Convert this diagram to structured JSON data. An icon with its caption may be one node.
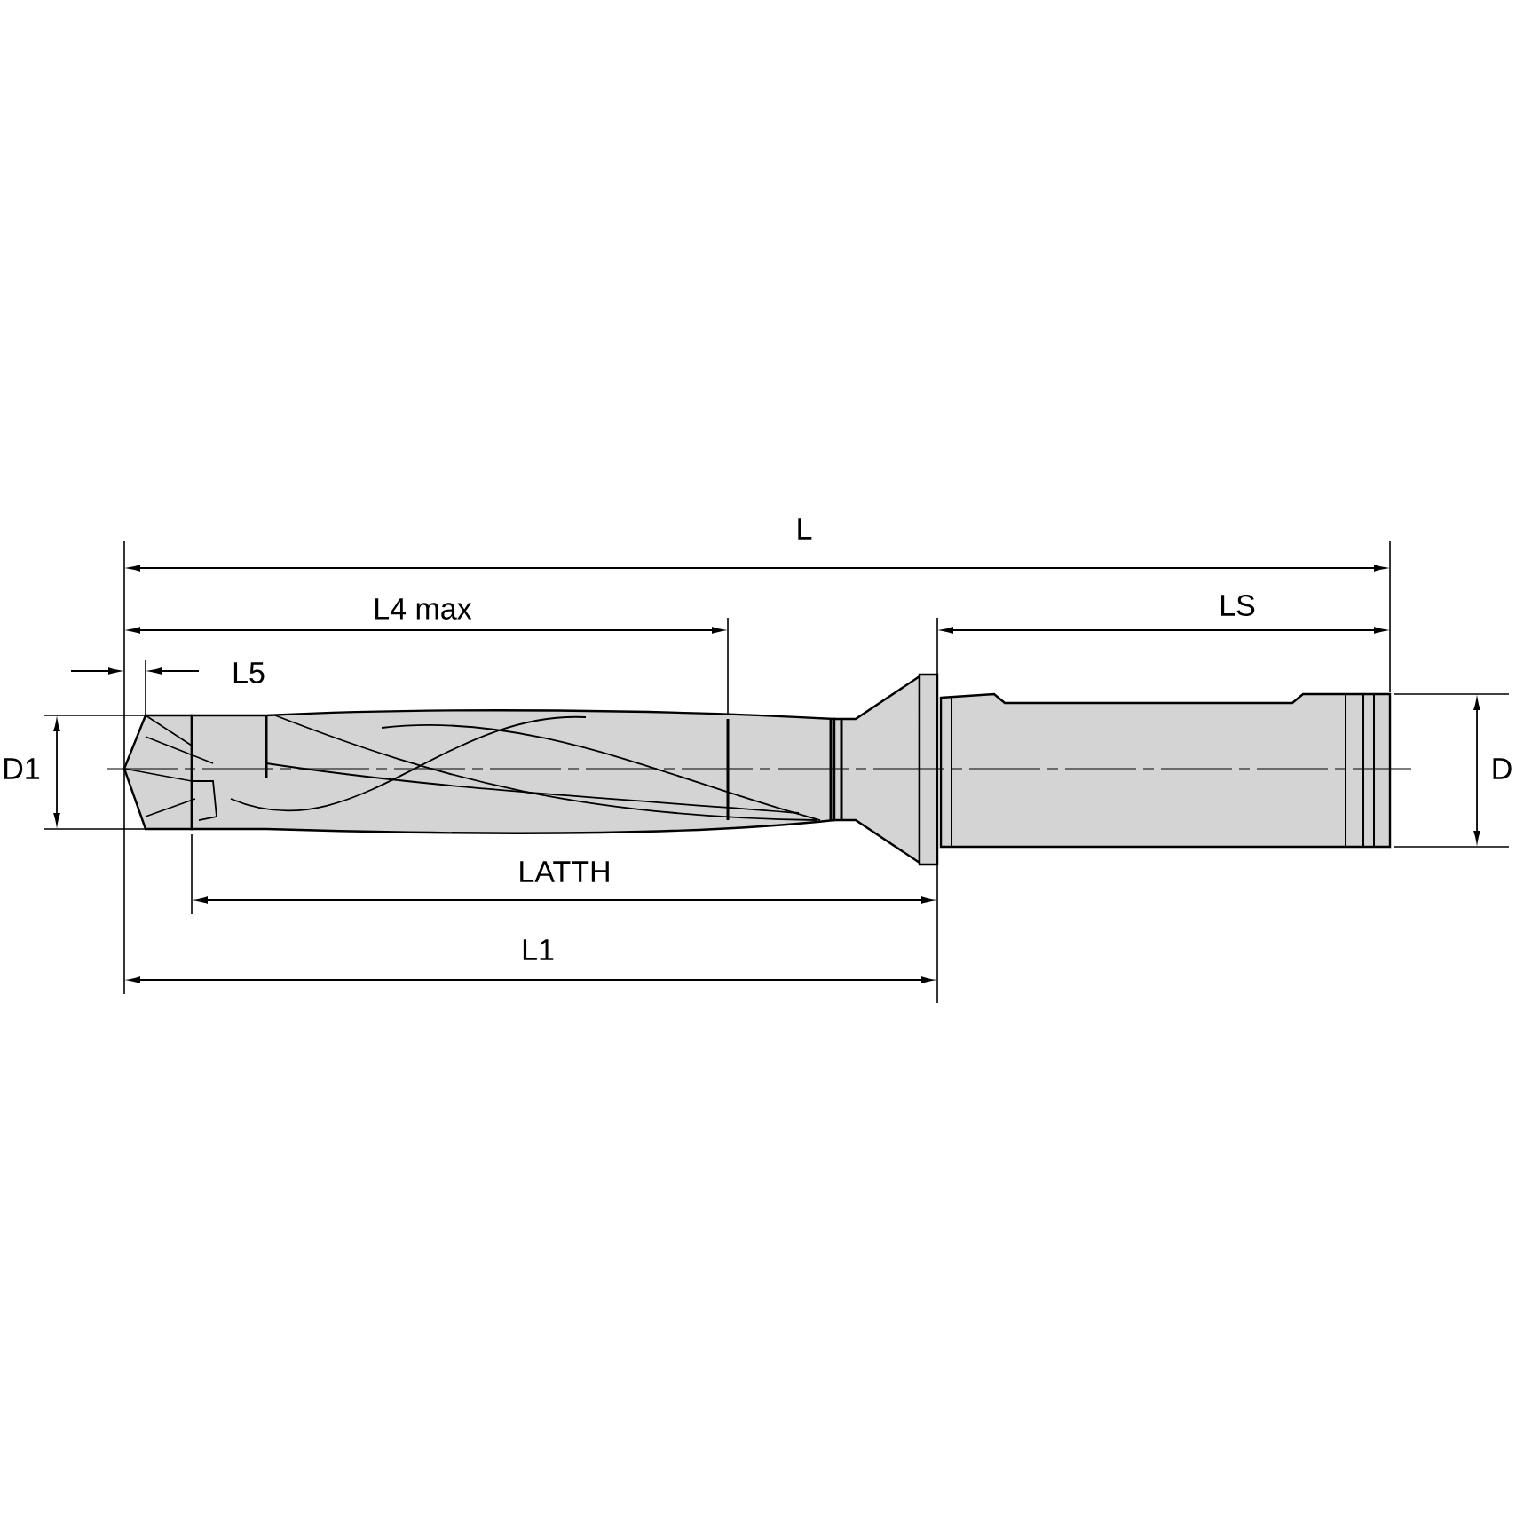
{
  "diagram": {
    "labels": [
      "L",
      "L4 max",
      "LS",
      "L5",
      "D1",
      "D",
      "LATTH",
      "L1"
    ]
  }
}
